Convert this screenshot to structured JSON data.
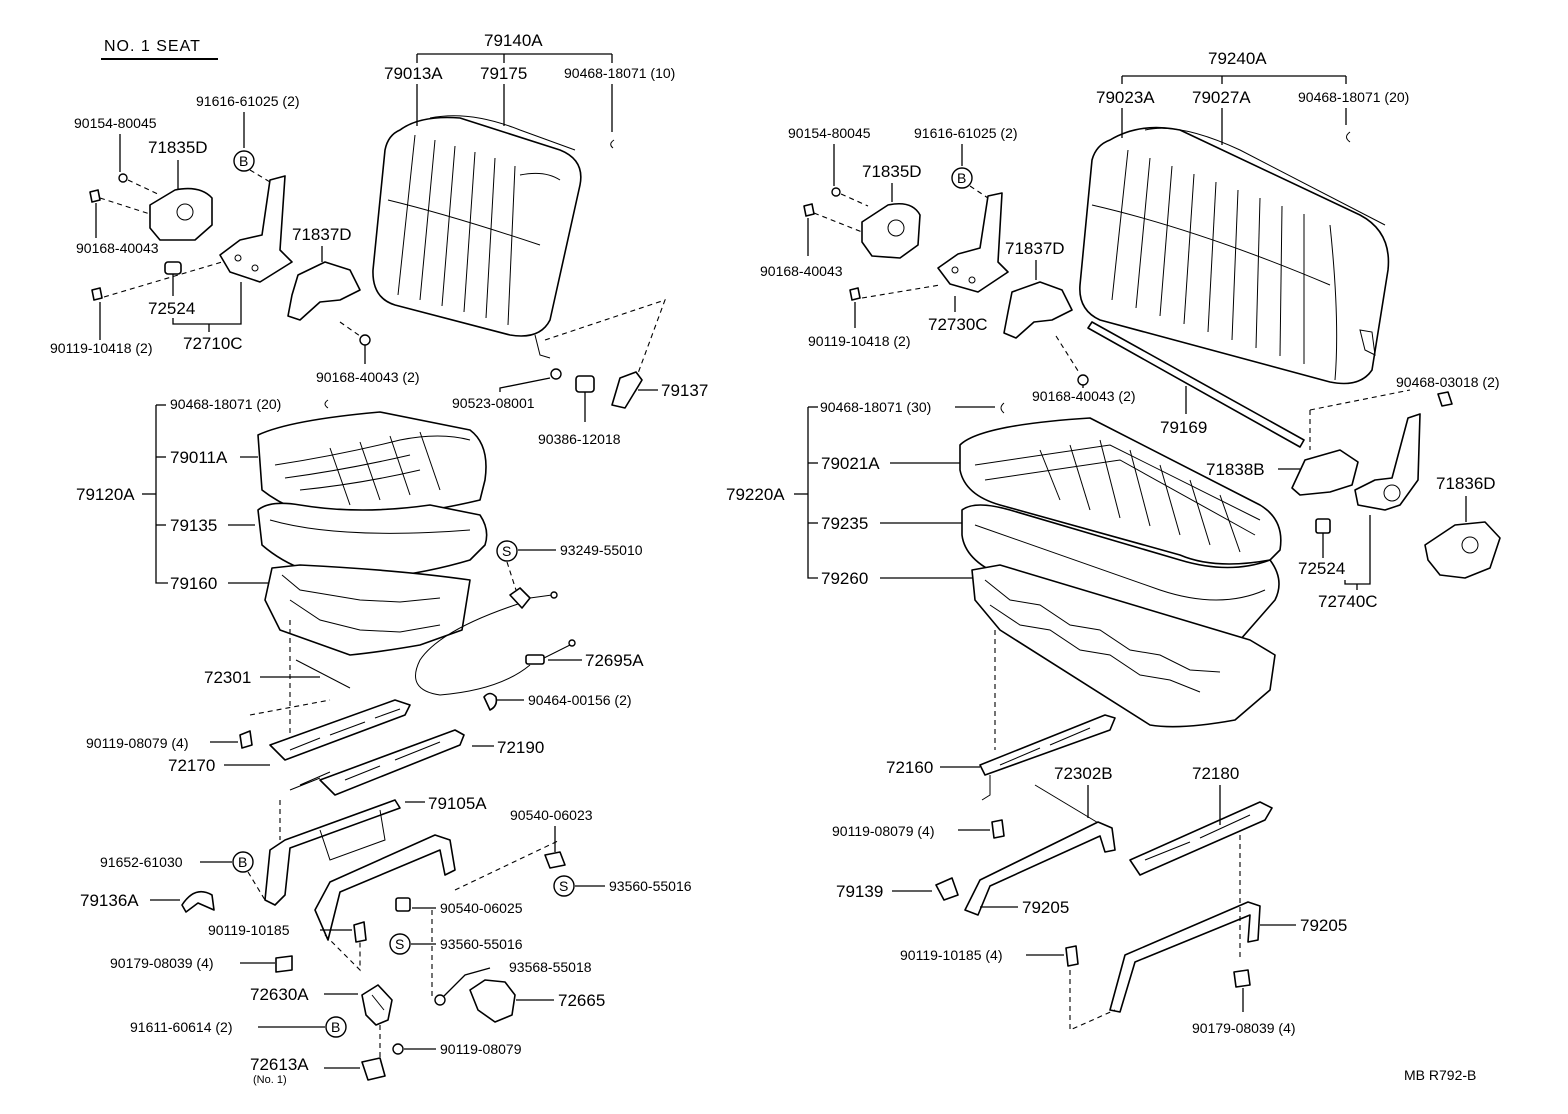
{
  "title": "NO. 1  SEAT",
  "footer": "MB  R792-B",
  "markers": {
    "b": "B",
    "s": "S"
  },
  "labels": {
    "p79140A": "79140A",
    "p79013A": "79013A",
    "p79175": "79175",
    "p90468_18071_10": "90468-18071 (10)",
    "p91616_61025_L": "91616-61025 (2)",
    "p90154_80045_L": "90154-80045",
    "p71835D_L": "71835D",
    "p90168_40043_L": "90168-40043",
    "p71837D_L": "71837D",
    "p72524_L": "72524",
    "p90119_10418_L": "90119-10418 (2)",
    "p72710C": "72710C",
    "p90168_40043_2_L": "90168-40043 (2)",
    "p90523_08001": "90523-08001",
    "p79137": "79137",
    "p90386_12018": "90386-12018",
    "p90468_18071_20_L": "90468-18071 (20)",
    "p79011A": "79011A",
    "p79120A": "79120A",
    "p79135": "79135",
    "p79160": "79160",
    "p93249_55010": "93249-55010",
    "p72695A": "72695A",
    "p72301": "72301",
    "p90464_00156": "90464-00156 (2)",
    "p90119_08079_4_L": "90119-08079 (4)",
    "p72190": "72190",
    "p72170": "72170",
    "p79105A": "79105A",
    "p90540_06023": "90540-06023",
    "p91652_61030": "91652-61030",
    "p93560_55016_a": "93560-55016",
    "p79136A": "79136A",
    "p90540_06025": "90540-06025",
    "p90119_10185_L": "90119-10185",
    "p93560_55016_b": "93560-55016",
    "p90179_08039_L": "90179-08039 (4)",
    "p93568_55018": "93568-55018",
    "p72630A": "72630A",
    "p72665": "72665",
    "p91611_60614": "91611-60614 (2)",
    "p90119_08079_L2": "90119-08079",
    "p72613A": "72613A",
    "p72613A_sub": "(No. 1)",
    "p79240A": "79240A",
    "p79023A": "79023A",
    "p79027A": "79027A",
    "p90468_18071_20_R": "90468-18071 (20)",
    "p90154_80045_R": "90154-80045",
    "p91616_61025_R": "91616-61025 (2)",
    "p71835D_R": "71835D",
    "p71837D_R": "71837D",
    "p90168_40043_R": "90168-40043",
    "p72730C": "72730C",
    "p90119_10418_R": "90119-10418 (2)",
    "p90168_40043_2_R": "90168-40043 (2)",
    "p90468_03018": "90468-03018 (2)",
    "p79169": "79169",
    "p90468_18071_30": "90468-18071 (30)",
    "p79021A": "79021A",
    "p79220A": "79220A",
    "p71838B": "71838B",
    "p71836D": "71836D",
    "p79235": "79235",
    "p79260": "79260",
    "p72524_R": "72524",
    "p72740C": "72740C",
    "p72160": "72160",
    "p72302B": "72302B",
    "p72180": "72180",
    "p90119_08079_4_R": "90119-08079 (4)",
    "p79139": "79139",
    "p79205_a": "79205",
    "p79205_b": "79205",
    "p90119_10185_4_R": "90119-10185 (4)",
    "p90179_08039_4_R": "90179-08039 (4)"
  }
}
